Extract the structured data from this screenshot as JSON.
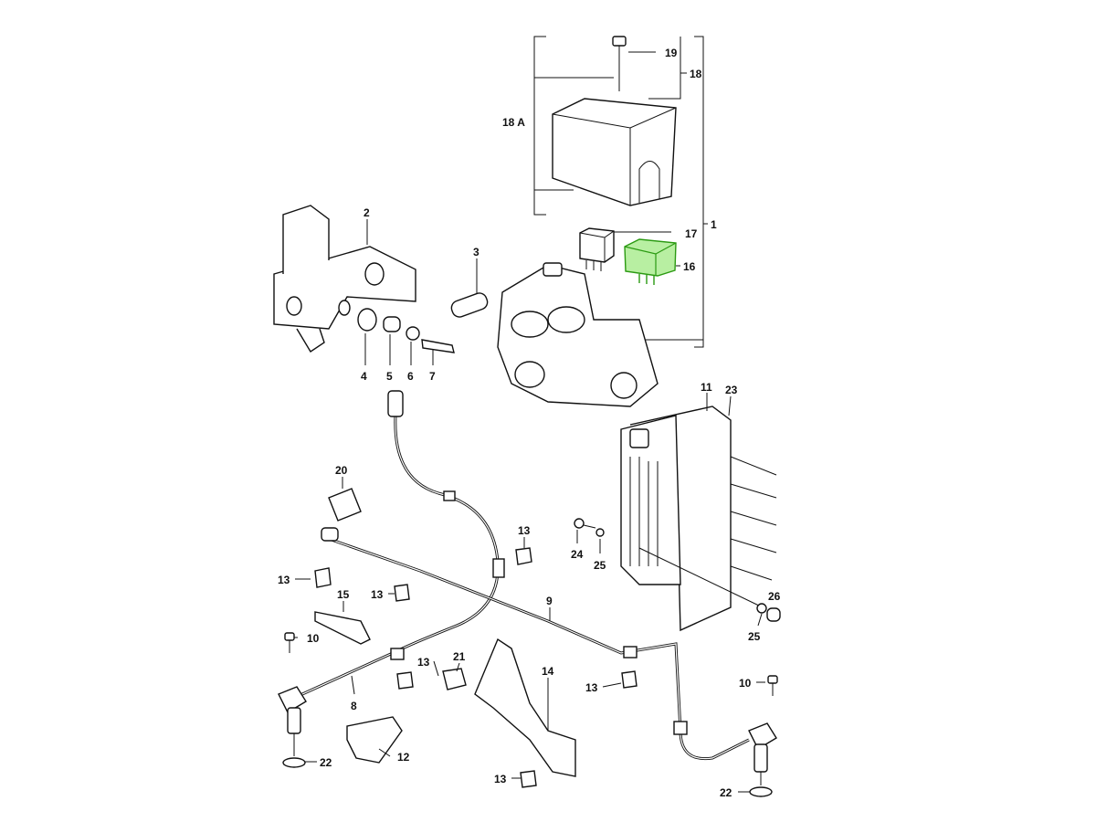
{
  "diagram": {
    "highlight_color": "#b8efa2",
    "highlight_stroke": "#2b9a12",
    "callouts": {
      "c19": "19",
      "c18": "18",
      "c18a": "18 A",
      "c1": "1",
      "c17": "17",
      "c16": "16",
      "c2": "2",
      "c3": "3",
      "c4": "4",
      "c5": "5",
      "c6": "6",
      "c7": "7",
      "c11": "11",
      "c23": "23",
      "c20": "20",
      "c13a": "13",
      "c24": "24",
      "c25a": "25",
      "c13b": "13",
      "c15": "15",
      "c13c": "13",
      "c9": "9",
      "c26": "26",
      "c25b": "25",
      "c10a": "10",
      "c21": "21",
      "c13d": "13",
      "c14": "14",
      "c13e": "13",
      "c10b": "10",
      "c8": "8",
      "c12": "12",
      "c22a": "22",
      "c13f": "13",
      "c22b": "22"
    }
  }
}
